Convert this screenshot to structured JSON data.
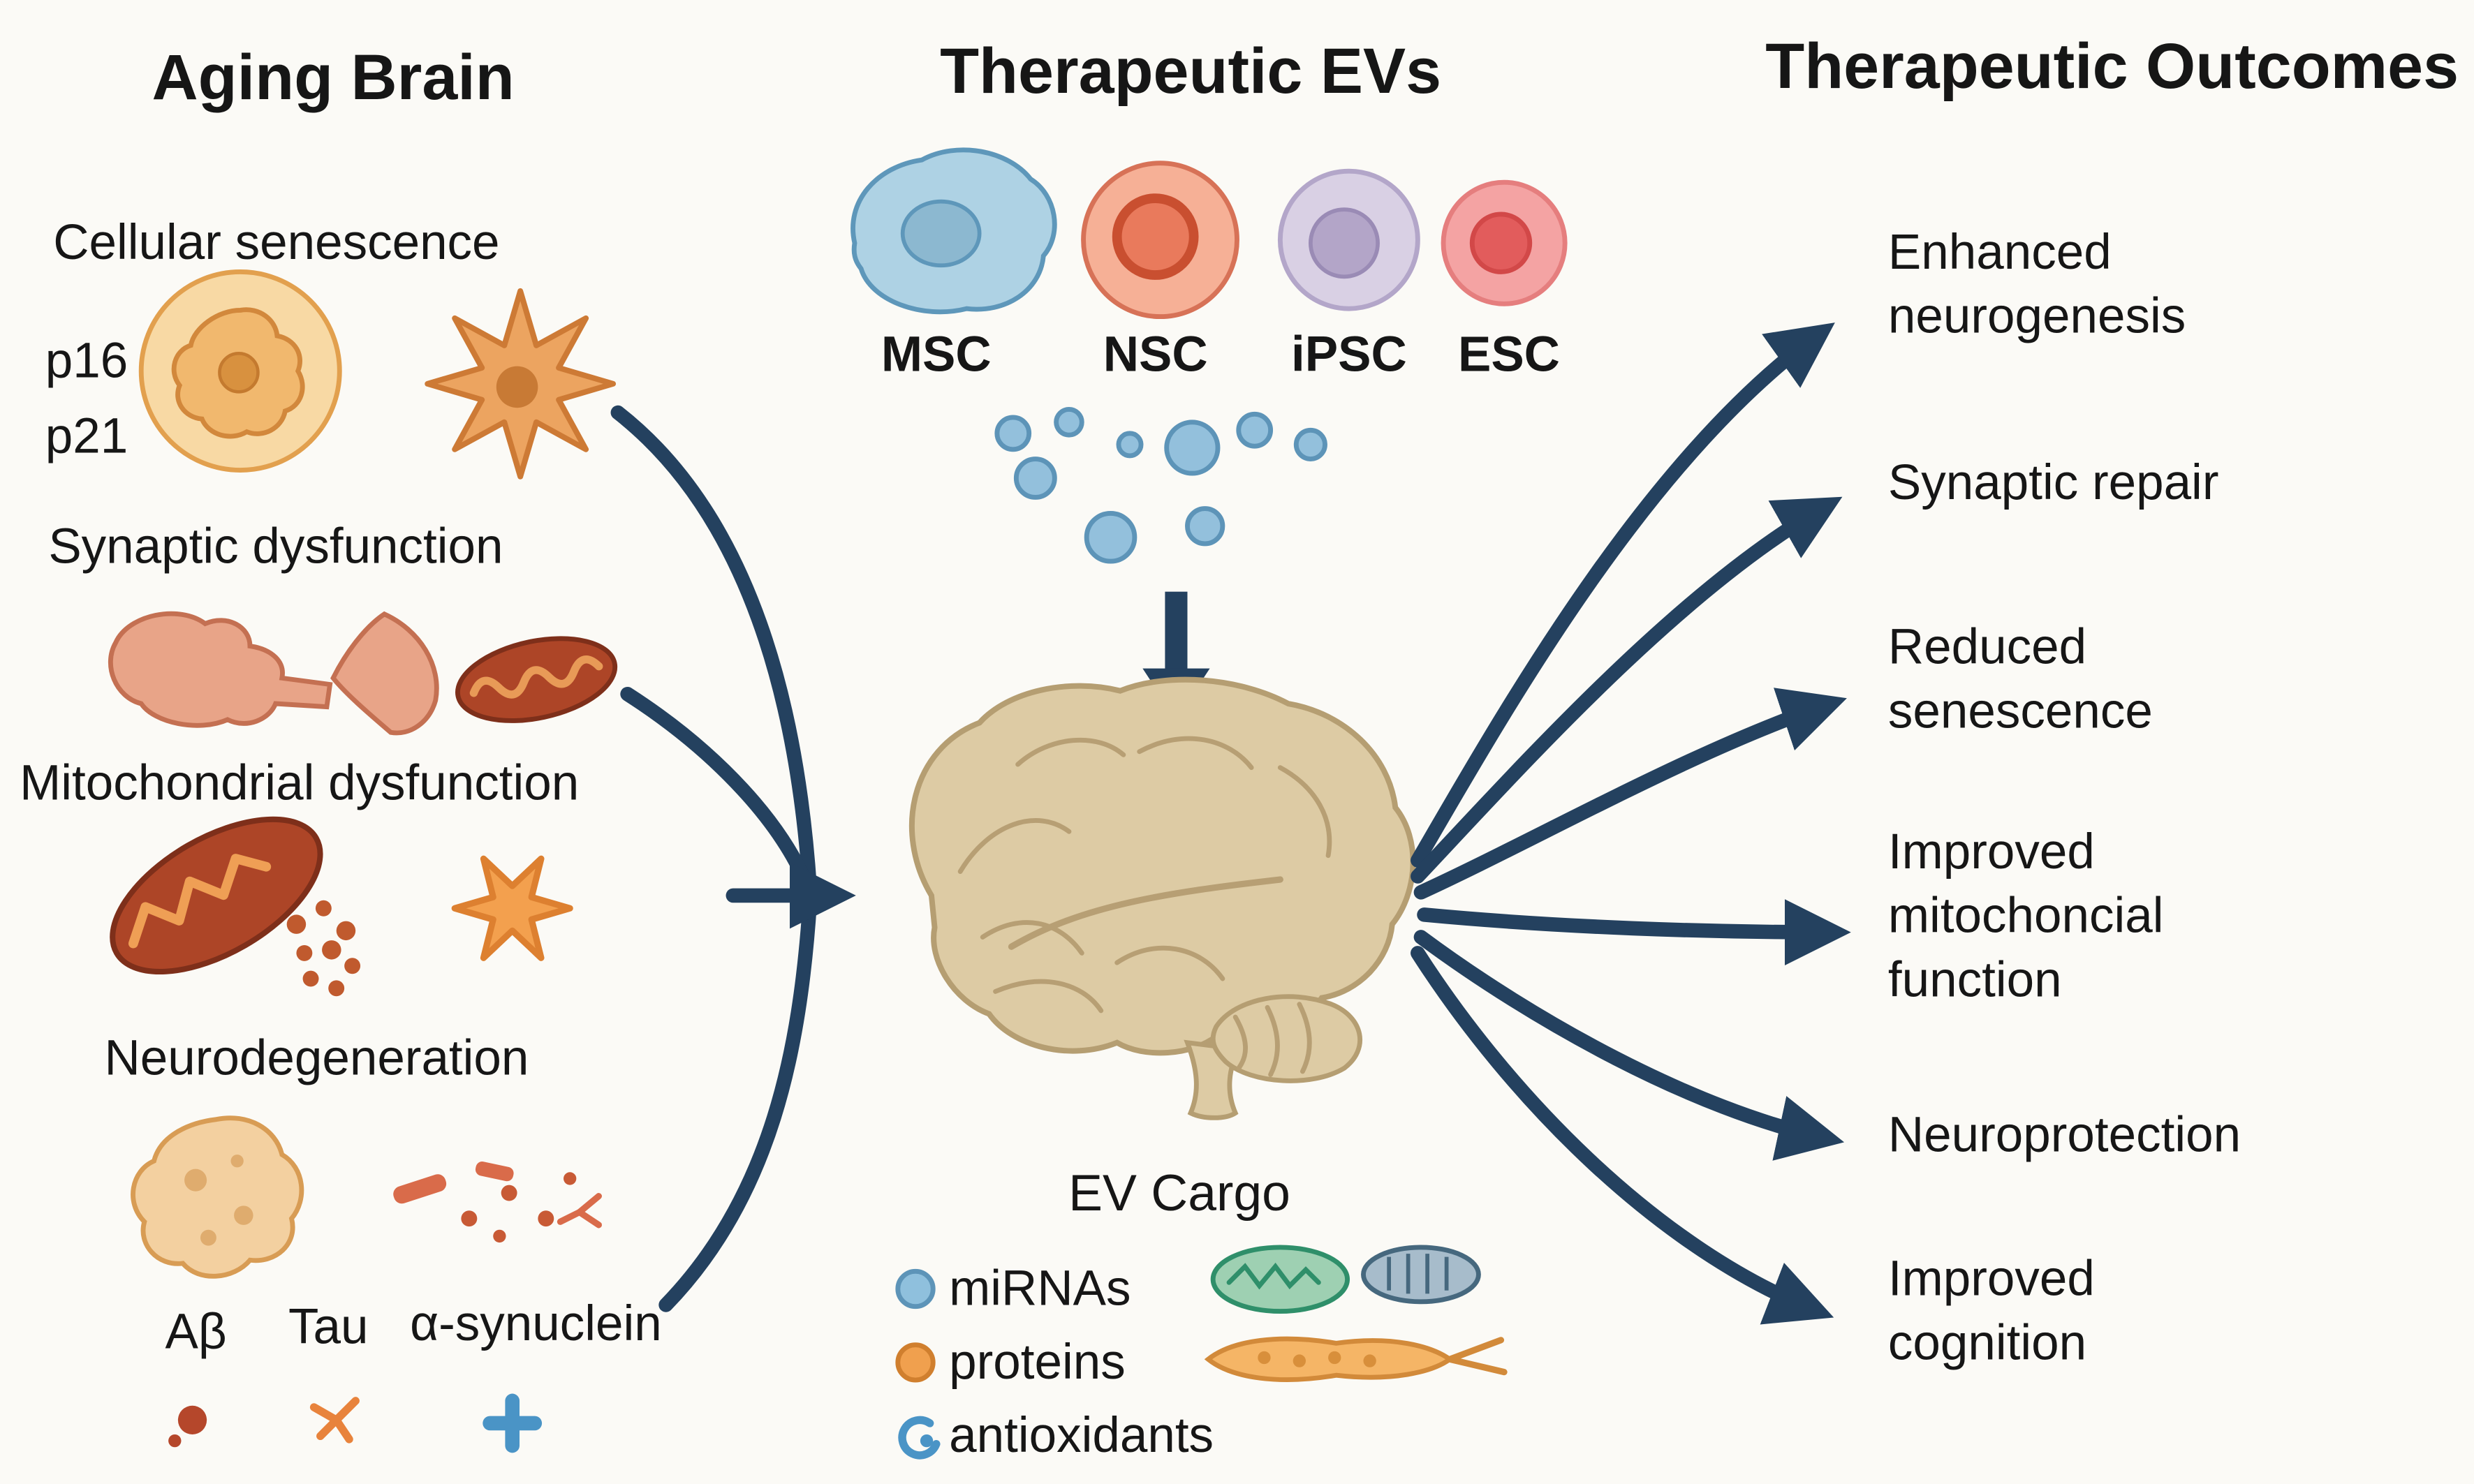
{
  "titles": {
    "aging_brain": "Aging Brain",
    "therapeutic_evs": "Therapeutic EVs",
    "therapeutic_outcomes": "Therapeutic Outcomes"
  },
  "aging_brain": {
    "cellular_senescence_label": "Cellular senescence",
    "p16_label": "p16",
    "p21_label": "p21",
    "synaptic_dysfunction_label": "Synaptic dysfunction",
    "mitochondrial_dysfunction_label": "Mitochondrial dysfunction",
    "neurodegeneration_label": "Neurodegeneration",
    "amyloid_beta_label": "Aβ",
    "tau_label": "Tau",
    "alpha_synuclein_label": "α-synuclein"
  },
  "therapeutic_evs": {
    "cell_types": [
      "MSC",
      "NSC",
      "iPSC",
      "ESC"
    ],
    "ev_cargo_title": "EV Cargo",
    "cargo_items": [
      "miRNAs",
      "proteins",
      "antioxidants"
    ]
  },
  "outcomes": [
    {
      "lines": [
        "Enhanced",
        "neurogenesis"
      ]
    },
    {
      "lines": [
        "Synaptic repair"
      ]
    },
    {
      "lines": [
        "Reduced",
        "senescence"
      ]
    },
    {
      "lines": [
        "Improved",
        "mitochoncial",
        "function"
      ]
    },
    {
      "lines": [
        "Neuroprotection"
      ]
    },
    {
      "lines": [
        "Improved",
        "cognition"
      ]
    }
  ],
  "colors": {
    "background": "#fbfaf6",
    "text": "#161616",
    "arrow_navy": "#24415f",
    "brain_tan": "#ddcba4",
    "vesicle_blue": "#93c0dc",
    "senescence_orange": "#f2ba70",
    "mitochondria_red": "#ad4527",
    "msc_blue": "#aed2e4",
    "nsc_salmon": "#f6b096",
    "ipsc_lavender": "#d9d0e4",
    "esc_red": "#f4a3a3"
  }
}
